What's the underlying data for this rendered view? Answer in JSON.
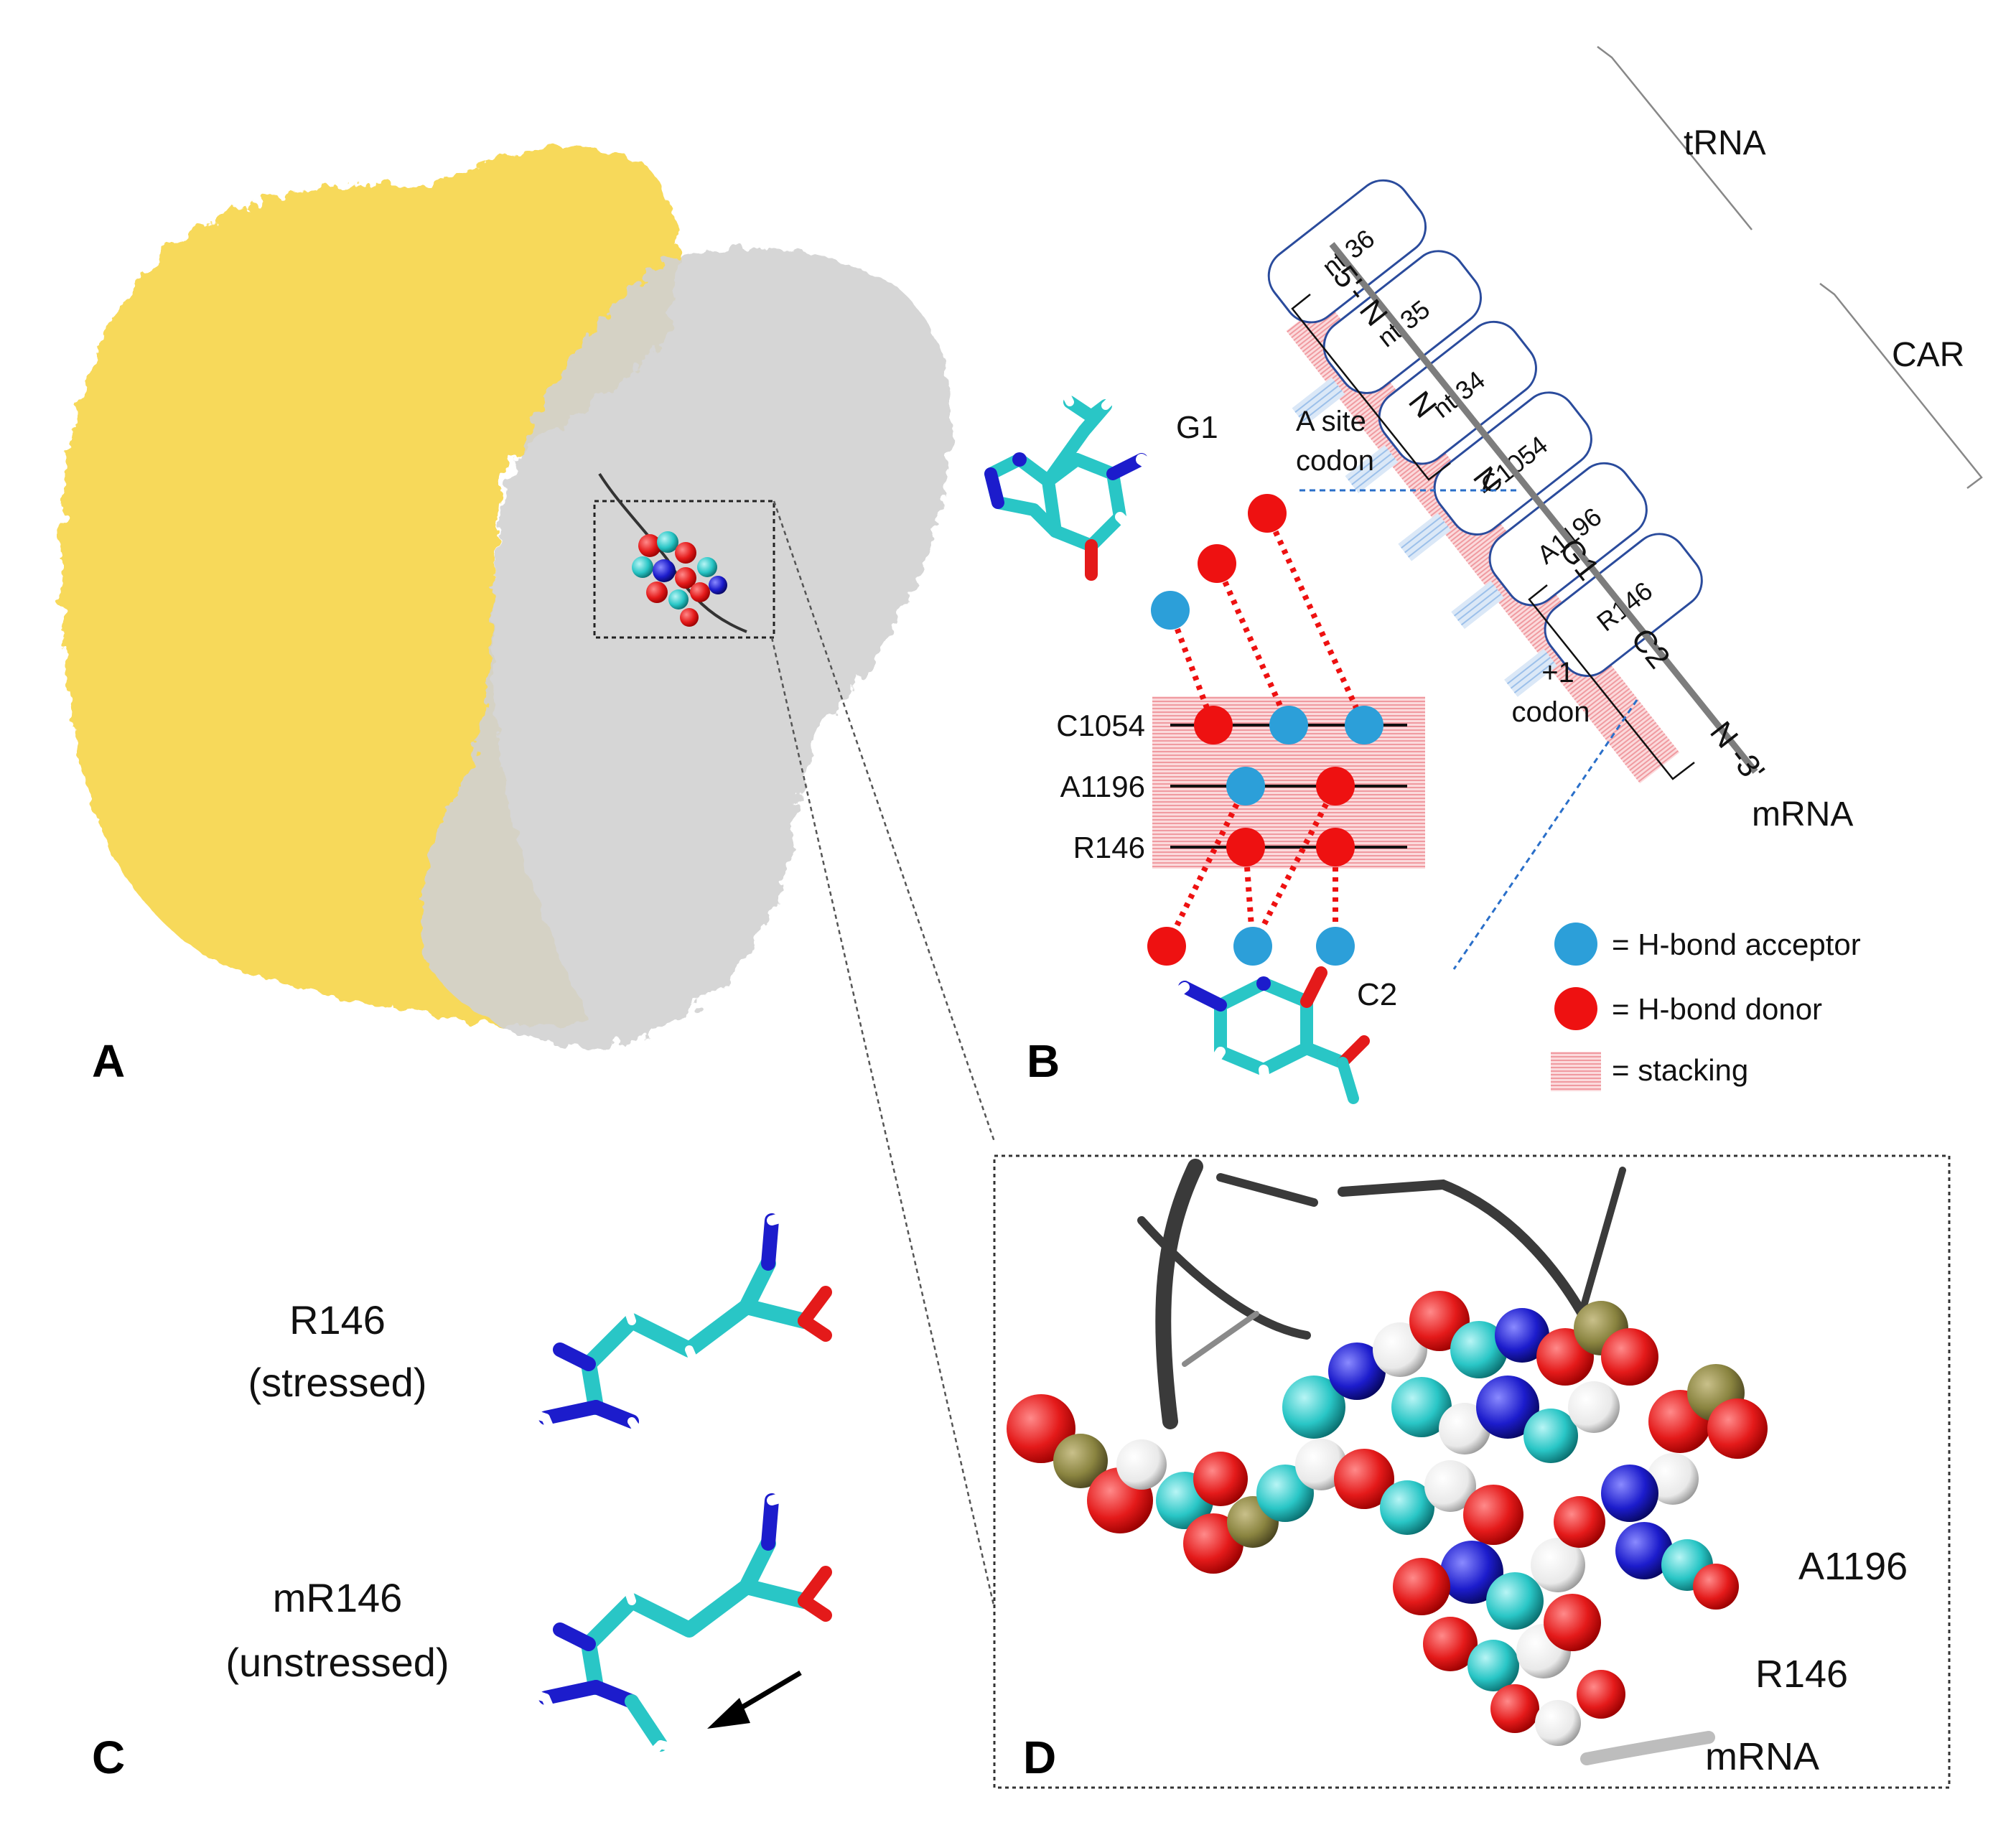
{
  "panels": {
    "a": "A",
    "b": "B",
    "c": "C",
    "d": "D"
  },
  "strands": {
    "trna": "tRNA",
    "car": "CAR",
    "mrna": "mRNA",
    "five": "5'- N",
    "three": "N -3'"
  },
  "stack_boxes": [
    "nt 36",
    "nt 35",
    "nt 34",
    "C1054",
    "A1196",
    "R146"
  ],
  "codon_letters": [
    "N",
    "N",
    "G1",
    "C2"
  ],
  "a_site": {
    "line1": "A site",
    "line2": "codon"
  },
  "plus1": {
    "line1": "+1",
    "line2": "codon"
  },
  "hbond_rows": [
    "C1054",
    "A1196",
    "R146"
  ],
  "bases": {
    "g1": "G1",
    "c2": "C2"
  },
  "legend": {
    "acceptor": "= H-bond acceptor",
    "donor": "= H-bond donor",
    "stacking": "= stacking",
    "acceptor_color": "#2c9fd9",
    "donor_color": "#ee1111",
    "stack_color": "#f3a9ad"
  },
  "panel_c": {
    "r146_line1": "R146",
    "r146_line2": "(stressed)",
    "mr146_line1": "mR146",
    "mr146_line2": "(unstressed)"
  },
  "panel_d": {
    "a1196": "A1196",
    "r146": "R146",
    "mrna": "mRNA"
  },
  "colors": {
    "ribo_yellow": "#f6d23c",
    "ribo_grey": "#d2d2d2",
    "carbon": "#29c6c6",
    "nitrogen": "#1c1ccc",
    "oxygen": "#e41a1a",
    "hydrogen": "#f2f2f2",
    "phosphorus": "#8a8440",
    "box_blue": "#2a4b9c"
  }
}
